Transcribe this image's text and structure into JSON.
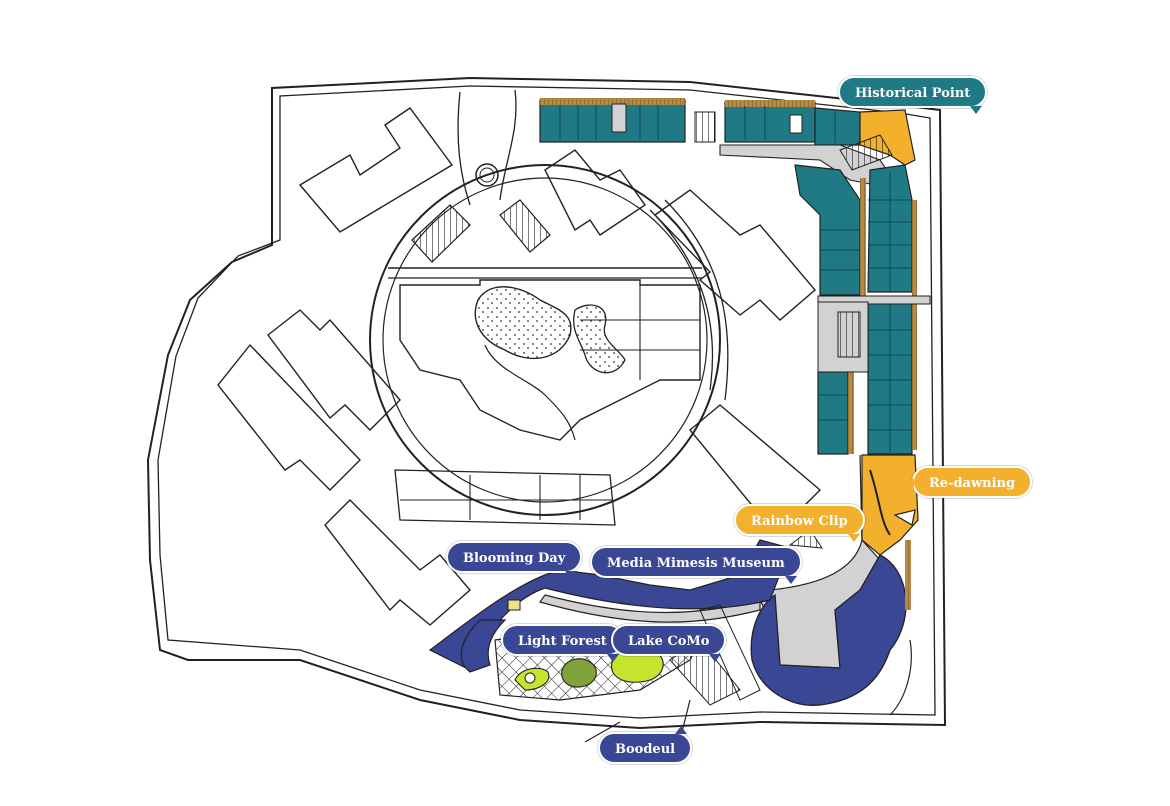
{
  "colors": {
    "teal": "#1f7a86",
    "orange": "#f2b02d",
    "navy": "#3a4795",
    "green": "#c6e32e",
    "olive": "#7fa33a",
    "plaza": "#d2d2d2",
    "wood": "#b58a45",
    "line": "#222222"
  },
  "labels": {
    "historical_point": "Historical Point",
    "re_dawning": "Re-dawning",
    "rainbow_clip": "Rainbow Clip",
    "blooming_day": "Blooming Day",
    "media_mimesis_museum": "Media Mimesis Museum",
    "light_forest": "Light Forest",
    "lake_como": "Lake CoMo",
    "boodeul": "Boodeul"
  }
}
